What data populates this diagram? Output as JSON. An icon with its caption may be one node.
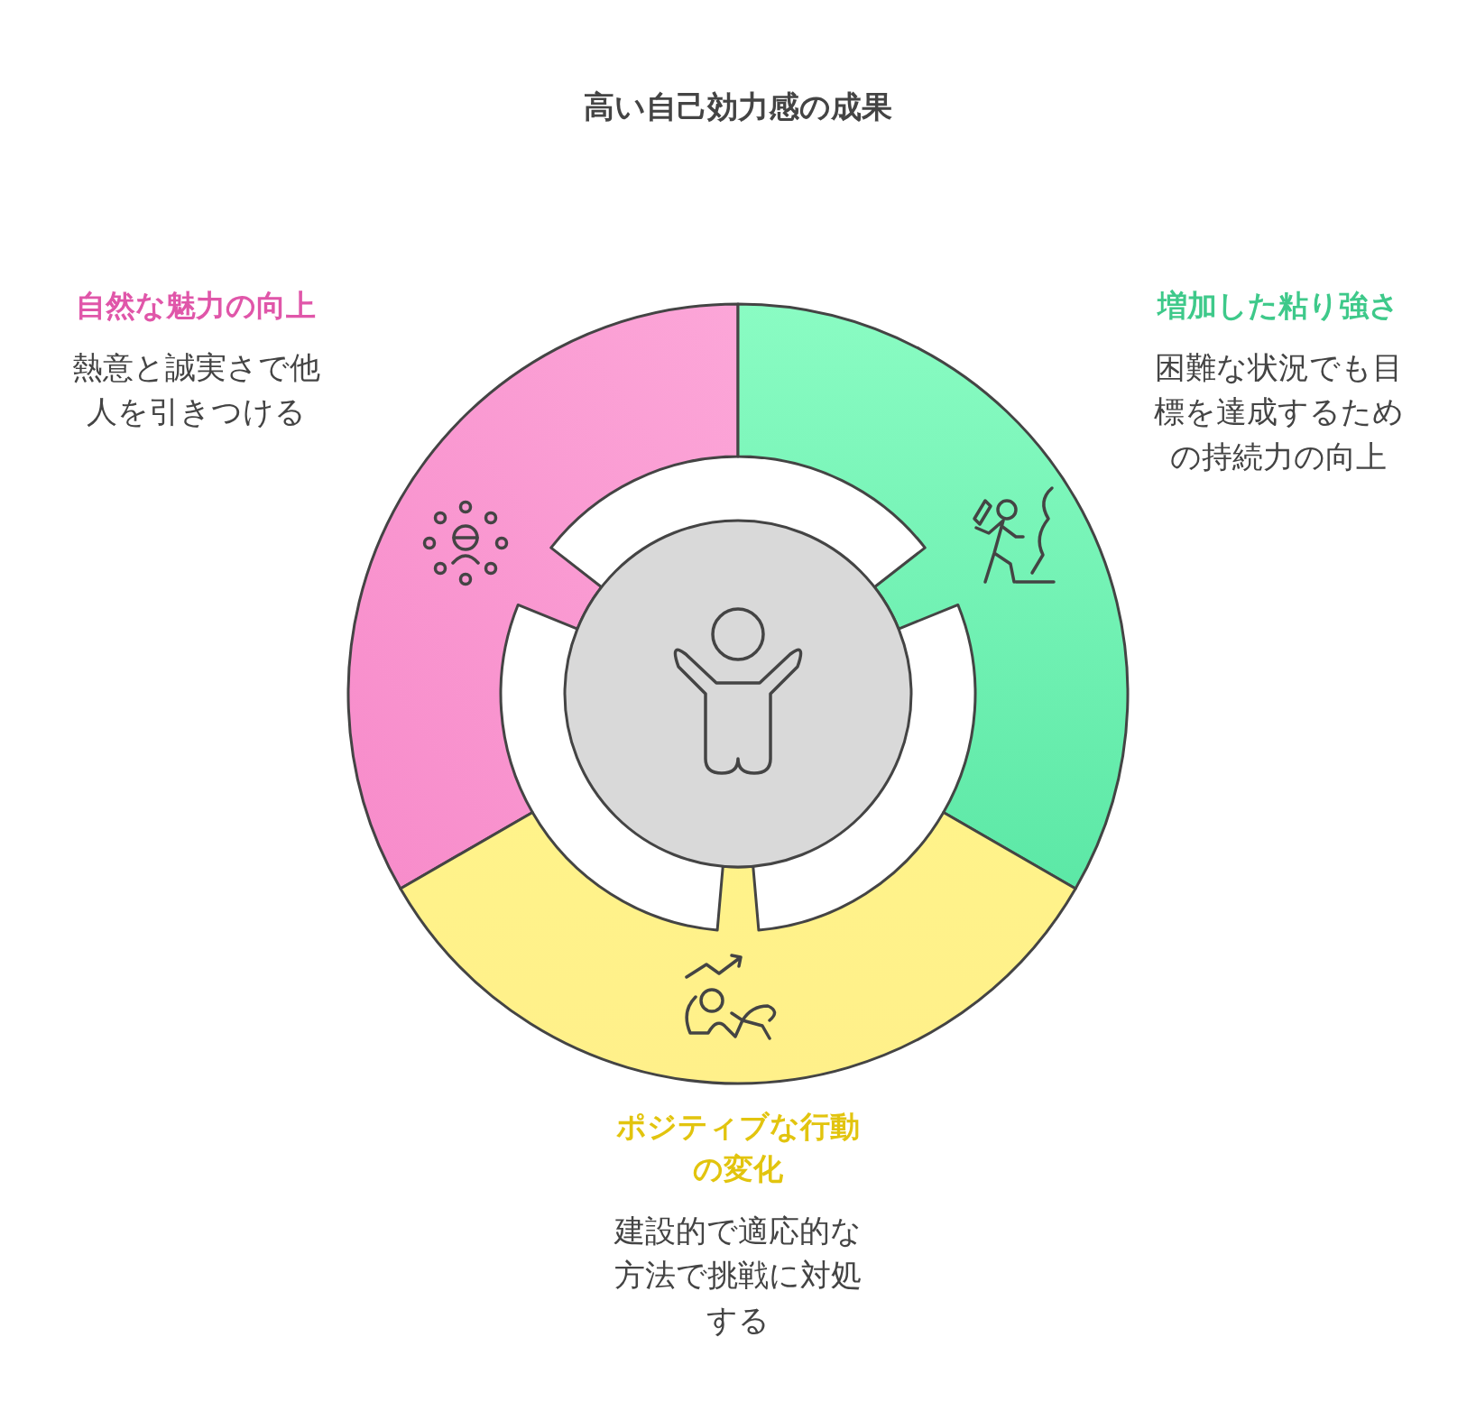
{
  "diagram": {
    "title": "高い自己効力感の成果",
    "nodes": [
      {
        "text": [],
        "shape": "circle"
      },
      {
        "text": [],
        "shape": "band",
        "beside": [
          "自然な魅力の向上",
          "熱意と誠実さで他人を引きつける"
        ]
      },
      {
        "text": [],
        "shape": "band",
        "beside": [
          "増加した粘り強さ",
          "困難な状況でも目標を達成するための持続力の向上"
        ]
      },
      {
        "text": [],
        "shape": "band",
        "beside": [
          "ポジティブな行動の変化",
          "建設的で適応的な方法で挑戦に対処する"
        ]
      }
    ]
  }
}
